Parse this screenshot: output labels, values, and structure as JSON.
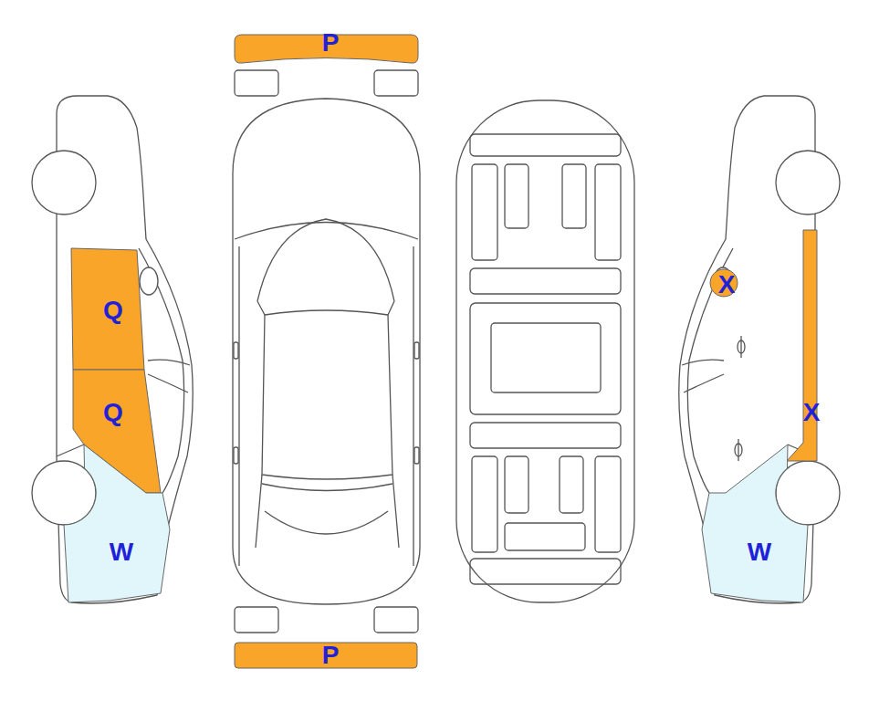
{
  "diagram": {
    "nodes": [
      {
        "text": [
          "P"
        ]
      },
      {
        "text": [
          "Q"
        ]
      },
      {
        "text": [
          "Q"
        ]
      },
      {
        "text": [
          "W"
        ]
      },
      {
        "text": [
          "X"
        ]
      },
      {
        "text": [
          "X"
        ]
      },
      {
        "text": [
          "W"
        ]
      },
      {
        "text": [
          "P"
        ]
      }
    ]
  }
}
